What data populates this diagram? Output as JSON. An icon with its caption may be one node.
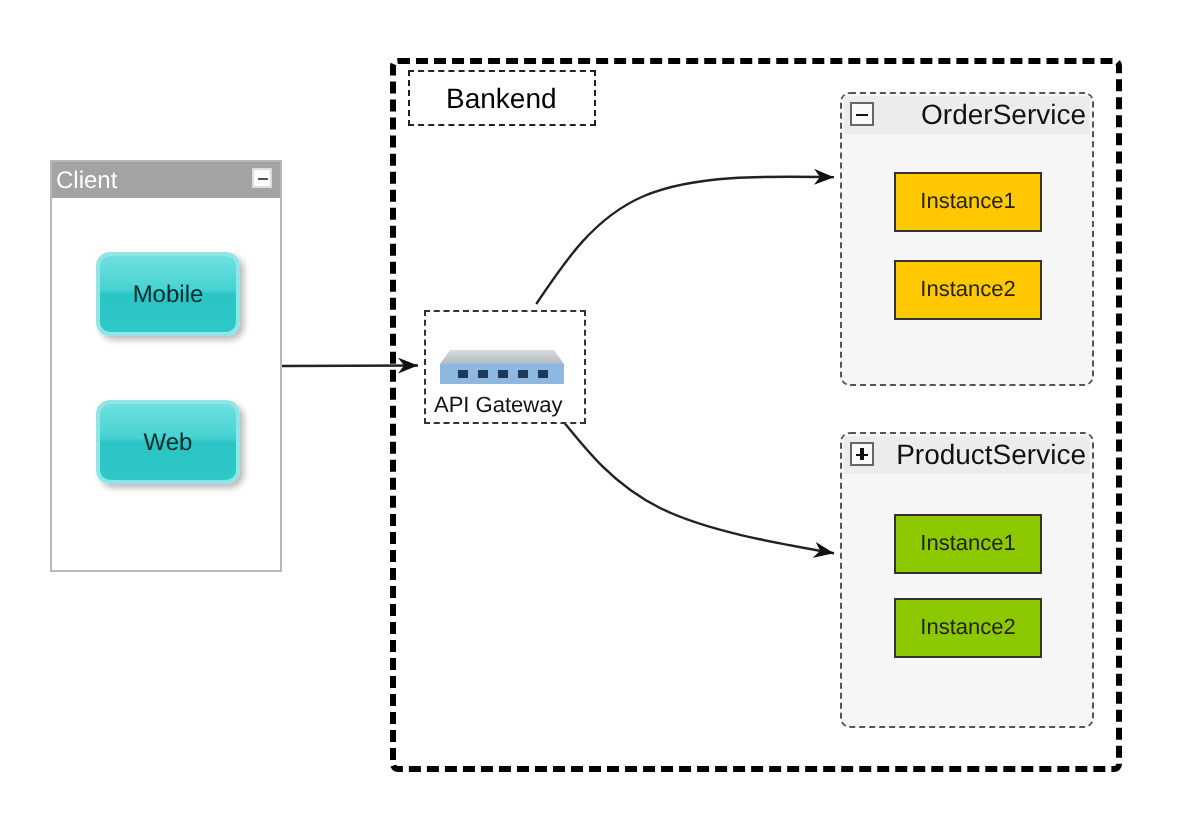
{
  "diagram": {
    "nodes": [
      {
        "text": [
          "Client"
        ]
      },
      {
        "text": [
          "Mobile"
        ],
        "in": 0
      },
      {
        "text": [
          "Web"
        ],
        "in": 0
      },
      {
        "text": [
          "Bankend"
        ]
      },
      {
        "text": [
          "API Gateway"
        ],
        "in": 3
      },
      {
        "text": [
          "OrderService"
        ],
        "in": 3
      },
      {
        "text": [
          "Instance1"
        ],
        "in": 5
      },
      {
        "text": [
          "Instance2"
        ],
        "in": 5
      },
      {
        "text": [
          "ProductService"
        ],
        "in": 3
      },
      {
        "text": [
          "Instance1"
        ],
        "in": 8
      },
      {
        "text": [
          "Instance2"
        ],
        "in": 8
      }
    ],
    "edges": [
      {
        "from": 0,
        "to": 4,
        "arrow": "to"
      },
      {
        "from": 4,
        "to": 5,
        "arrow": "to"
      },
      {
        "from": 4,
        "to": 8,
        "arrow": "to"
      }
    ]
  }
}
